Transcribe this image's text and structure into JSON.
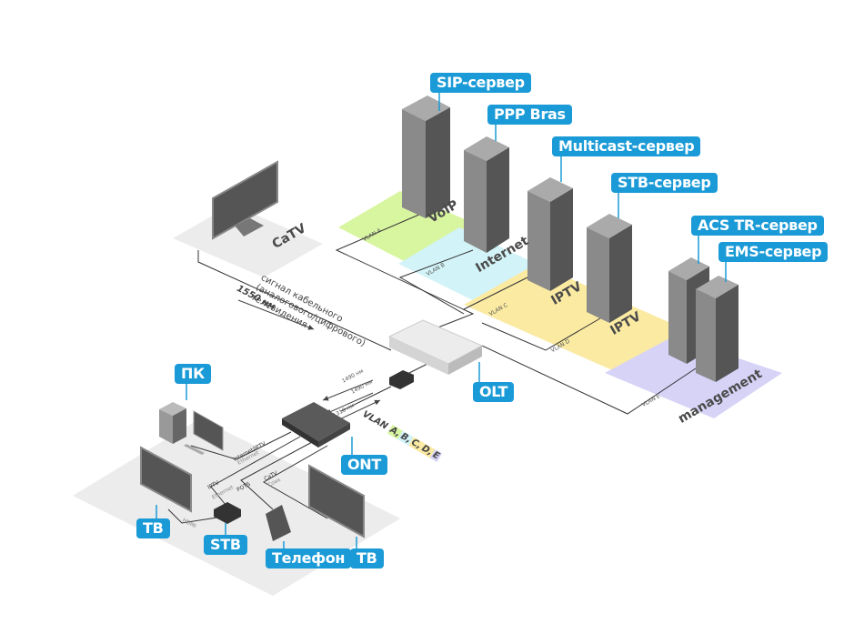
{
  "colors": {
    "label_bg": "#1a9ad6",
    "voip_zone": "#d8f5a0",
    "internet_zone": "#d2f3f7",
    "iptv_zone": "#fbeaa2",
    "management_zone": "#d6d3f7",
    "home_zone": "#ececec"
  },
  "servers": {
    "sip": "SIP-сервер",
    "ppp": "PPP Bras",
    "multicast": "Multicast-сервер",
    "stb": "STB-сервер",
    "acs": "ACS TR-сервер",
    "ems": "EMS-сервер"
  },
  "zones": {
    "voip": "VoIP",
    "internet": "Internet",
    "iptv1": "IPTV",
    "iptv2": "IPTV",
    "management": "management",
    "catv": "CaTV"
  },
  "vlans": {
    "a": "VLAN A",
    "b": "VLAN B",
    "c": "VLAN C",
    "d": "VLAN D",
    "e": "VLAN E"
  },
  "signal": {
    "line1": "сигнал кабельного",
    "line2": "(аналогового/цифрового)",
    "line3": "телевидения",
    "wavelength": "1550 нм"
  },
  "fiber": {
    "down1": "1490 нм",
    "down2": "1490 нм",
    "up": "1310 нм"
  },
  "vlan_legend": {
    "prefix": "VLAN",
    "items": [
      "A,",
      "B,",
      "C,",
      "D,",
      "E"
    ]
  },
  "devices": {
    "olt": "OLT",
    "ont": "ONT",
    "pc": "ПК",
    "tv1": "ТВ",
    "tv2": "ТВ",
    "stb": "STB",
    "phone": "Телефон"
  },
  "links": {
    "internet_iptv": "Internet/IPTV",
    "internet_iptv_sub": "Ethernet",
    "iptv": "IPTV",
    "iptv_sub": "Ethernet",
    "pots": "POTS",
    "catv": "CaTV",
    "catv_sub": "Coax",
    "hdmi": "HDMI"
  }
}
